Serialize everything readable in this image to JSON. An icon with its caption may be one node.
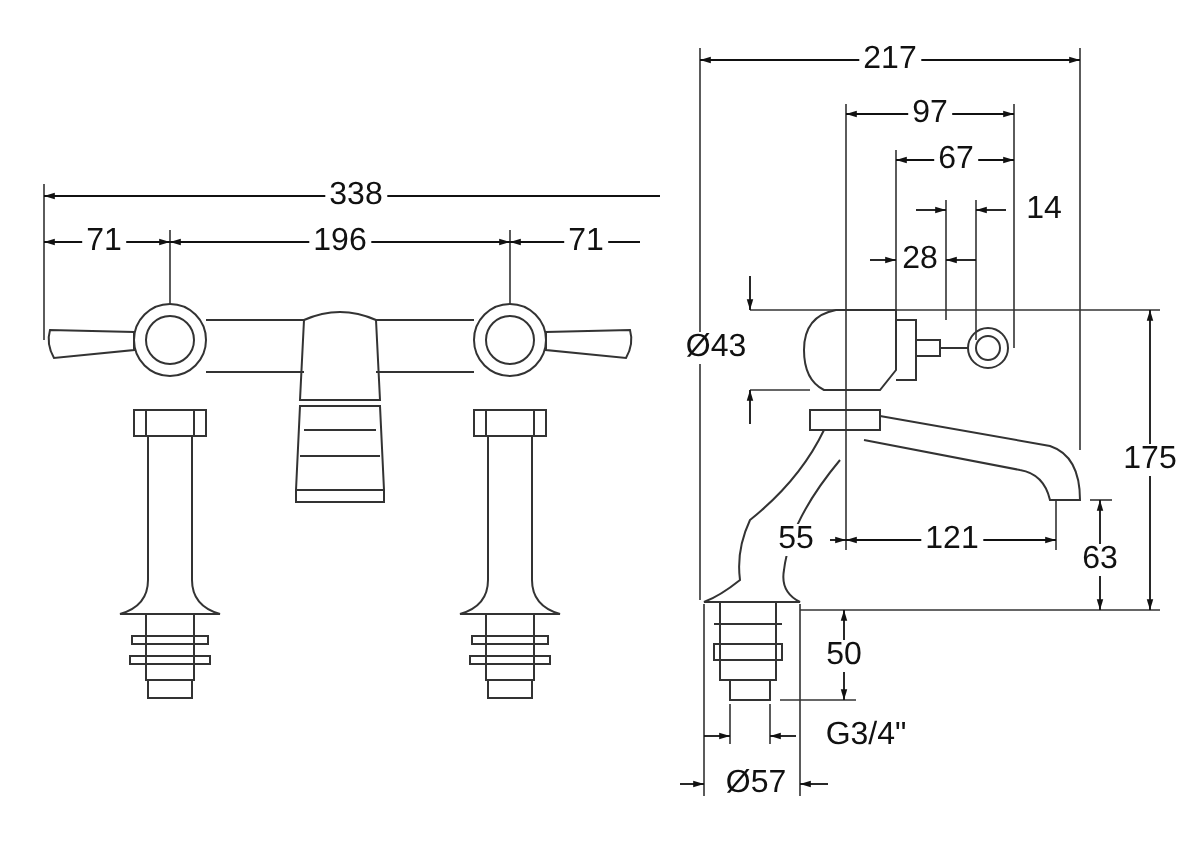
{
  "diagram": {
    "labels": [
      "338",
      "71",
      "196",
      "71",
      "217",
      "97",
      "67",
      "14",
      "28",
      "Ø43",
      "175",
      "55",
      "121",
      "63",
      "50",
      "G3/4\"",
      "Ø57"
    ]
  }
}
